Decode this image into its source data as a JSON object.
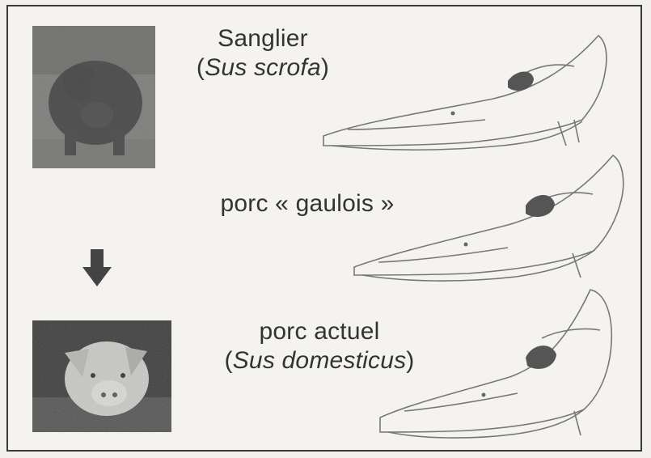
{
  "rows": [
    {
      "name": "Sanglier",
      "latin_open": "(",
      "latin": "Sus scrofa",
      "latin_close": ")"
    },
    {
      "name": "porc « gaulois »"
    },
    {
      "name": "porc actuel",
      "latin_open": "(",
      "latin": "Sus domesticus",
      "latin_close": ")"
    }
  ],
  "icons": {
    "arrow": "arrow-down-icon",
    "boar_photo": "wild-boar-photo",
    "pig_photo": "domestic-pig-photo",
    "skull": "pig-skull-drawing"
  }
}
